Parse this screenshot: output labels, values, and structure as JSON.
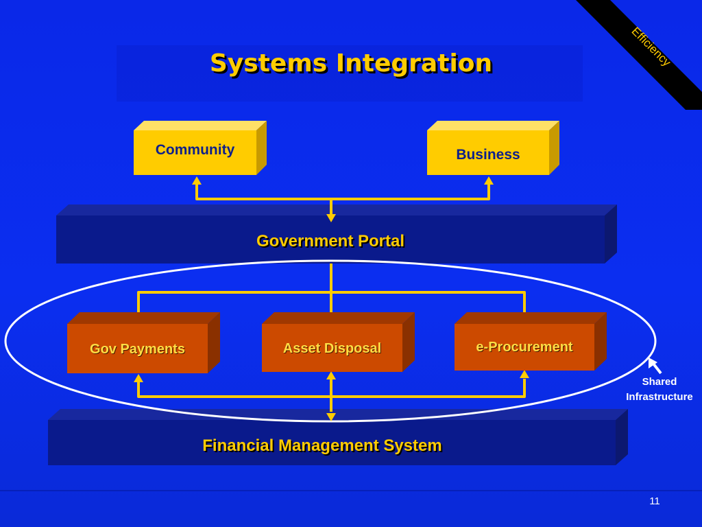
{
  "slide": {
    "title": "Systems Integration",
    "corner_banner": "Efficiency",
    "page_number": "11"
  },
  "diagram": {
    "top_boxes": [
      "Community",
      "Business"
    ],
    "portal_band": "Government Portal",
    "service_boxes": [
      "Gov Payments",
      "Asset Disposal",
      "e-Procurement"
    ],
    "foundation_band": "Financial Management System",
    "ellipse_label": "Shared\nInfrastructure"
  },
  "colors": {
    "background": "#0b2ef0",
    "title_text": "#ffcc00",
    "top_box_fill": "#ffcc00",
    "service_box_fill": "#cc4a00",
    "band_fill": "#0a1a8c",
    "connector": "#ffcc00",
    "ellipse": "#ffffff"
  }
}
